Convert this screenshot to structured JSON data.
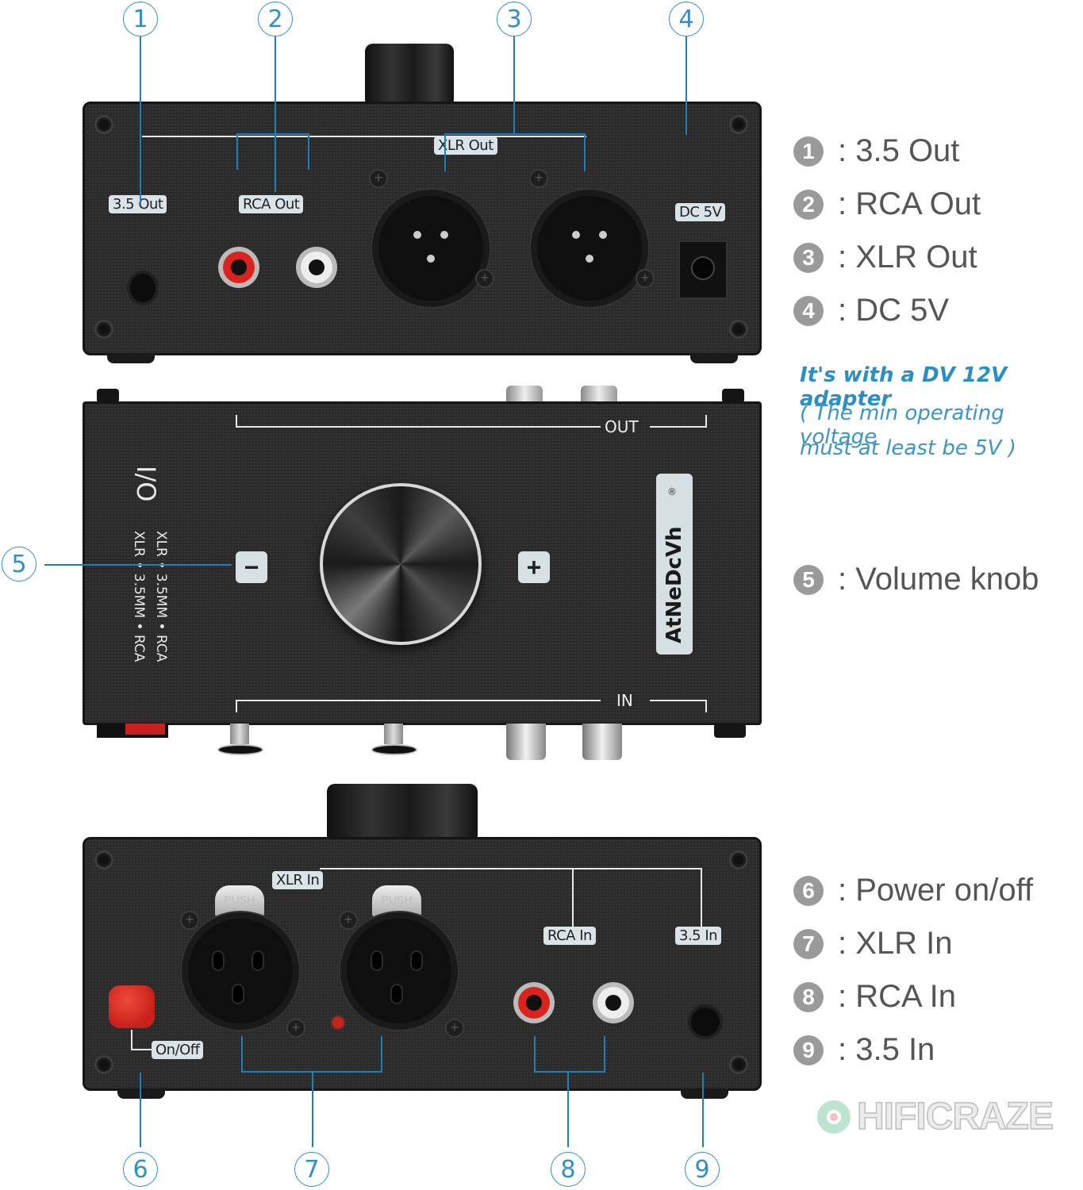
{
  "callouts": {
    "c1": "1",
    "c2": "2",
    "c3": "3",
    "c4": "4",
    "c5": "5",
    "c6": "6",
    "c7": "7",
    "c8": "8",
    "c9": "9"
  },
  "rear_panel": {
    "labels": {
      "out35": "3.5 Out",
      "rca_out": "RCA Out",
      "xlr_out": "XLR Out",
      "dc5v": "DC 5V"
    }
  },
  "top_panel": {
    "out_label": "OUT",
    "in_label": "IN",
    "io_label": "I/O",
    "io_line1": "XLR • 3.5MM • RCA",
    "io_line2": "XLR • 3.5MM • RCA",
    "minus": "−",
    "plus": "+",
    "brand": "AtNeDcVh",
    "registered": "®"
  },
  "front_panel": {
    "labels": {
      "xlr_in": "XLR In",
      "rca_in": "RCA In",
      "in35": "3.5 In",
      "on_off": "On/Off",
      "push": "PUSH"
    }
  },
  "legend_top": [
    {
      "num": "1",
      "label": ": 3.5 Out"
    },
    {
      "num": "2",
      "label": ": RCA Out"
    },
    {
      "num": "3",
      "label": ": XLR Out"
    },
    {
      "num": "4",
      "label": ": DC 5V"
    }
  ],
  "note": {
    "headline": "It's with a DV 12V adapter",
    "line1": "( The min operating voltage",
    "line2": "must at least be 5V )"
  },
  "legend_mid": [
    {
      "num": "5",
      "label": ": Volume knob"
    }
  ],
  "legend_bottom": [
    {
      "num": "6",
      "label": ": Power on/off"
    },
    {
      "num": "7",
      "label": ": XLR In"
    },
    {
      "num": "8",
      "label": ": RCA In"
    },
    {
      "num": "9",
      "label": ": 3.5 In"
    }
  ],
  "watermark": "HIFICRAZE",
  "colors": {
    "callout_blue": "#2f8fc6",
    "note_blue": "#2a8fc4",
    "panel": "#2a2a2b",
    "legend_gray": "#9a9a9a",
    "power_red": "#d8231f"
  }
}
